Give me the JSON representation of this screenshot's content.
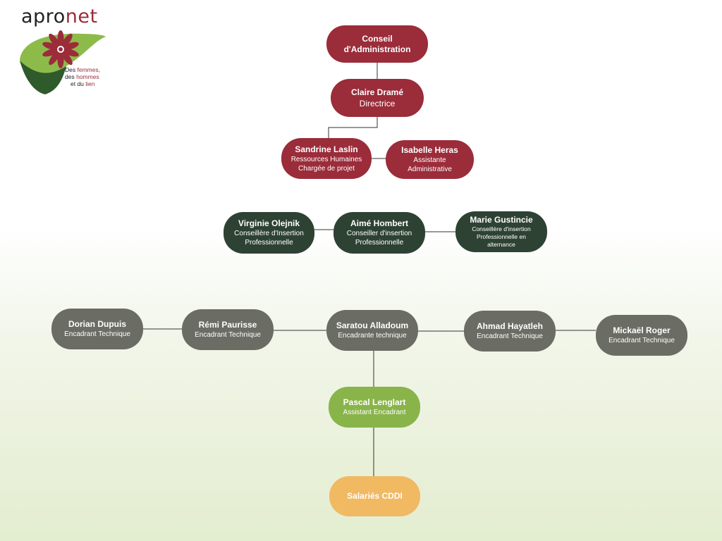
{
  "logo": {
    "word_prefix": "apro",
    "word_suffix": "net",
    "tagline_1a": "Des ",
    "tagline_1b": "femmes,",
    "tagline_2a": "des ",
    "tagline_2b": "hommes",
    "tagline_3a": "et du ",
    "tagline_3b": "lien"
  },
  "colors": {
    "direction": "#9b2c3a",
    "insertion": "#2e4234",
    "encadrement": "#6b6c64",
    "assistant": "#89b44a",
    "salaries": "#f0b962"
  },
  "nodes": {
    "ca": {
      "name": "Conseil d'Administration"
    },
    "claire": {
      "name": "Claire Dramé",
      "role": "Directrice"
    },
    "sandrine": {
      "name": "Sandrine Laslin",
      "role1": "Ressources Humaines",
      "role2": "Chargée de projet"
    },
    "isabelle": {
      "name": "Isabelle Heras",
      "role1": "Assistante",
      "role2": "Administrative"
    },
    "virginie": {
      "name": "Virginie Olejnik",
      "role1": "Conseillère d'Insertion",
      "role2": "Professionnelle"
    },
    "aime": {
      "name": "Aimé Hombert",
      "role1": "Conseiller d'insertion",
      "role2": "Professionnelle"
    },
    "marie": {
      "name": "Marie Gustincie",
      "role1": "Conseillère d'insertion",
      "role2": "Professionnelle en",
      "role3": "alternance"
    },
    "dorian": {
      "name": "Dorian Dupuis",
      "role": "Encadrant Technique"
    },
    "remi": {
      "name": "Rémi Paurisse",
      "role": "Encadrant Technique"
    },
    "saratou": {
      "name": "Saratou Alladoum",
      "role": "Encadrante technique"
    },
    "ahmad": {
      "name": "Ahmad Hayatleh",
      "role": "Encadrant Technique"
    },
    "mickael": {
      "name": "Mickaël Roger",
      "role": "Encadrant Technique"
    },
    "pascal": {
      "name": "Pascal Lenglart",
      "role": "Assistant Encadrant"
    },
    "salaries": {
      "name": "Salariés CDDI"
    }
  }
}
